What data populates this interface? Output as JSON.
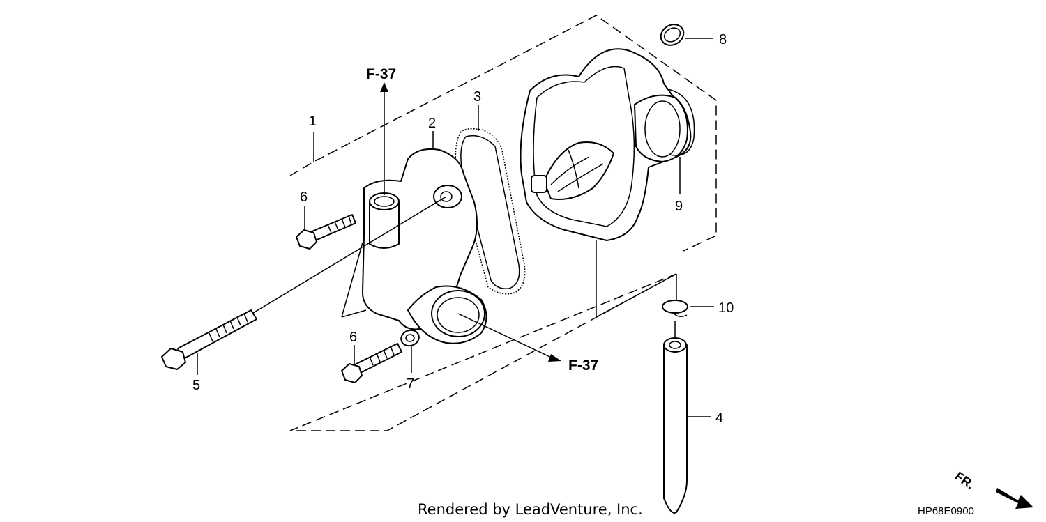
{
  "diagram": {
    "callouts": {
      "c1": "1",
      "c2": "2",
      "c3": "3",
      "c4": "4",
      "c5": "5",
      "c6a": "6",
      "c6b": "6",
      "c7": "7",
      "c8": "8",
      "c9": "9",
      "c10": "10"
    },
    "references": {
      "ref_top": "F-37",
      "ref_right": "F-37"
    },
    "direction_label": "FR.",
    "credit": "Rendered by LeadVenture, Inc.",
    "diagram_code": "HP68E0900",
    "line_color": "#000000",
    "background": "#ffffff"
  }
}
